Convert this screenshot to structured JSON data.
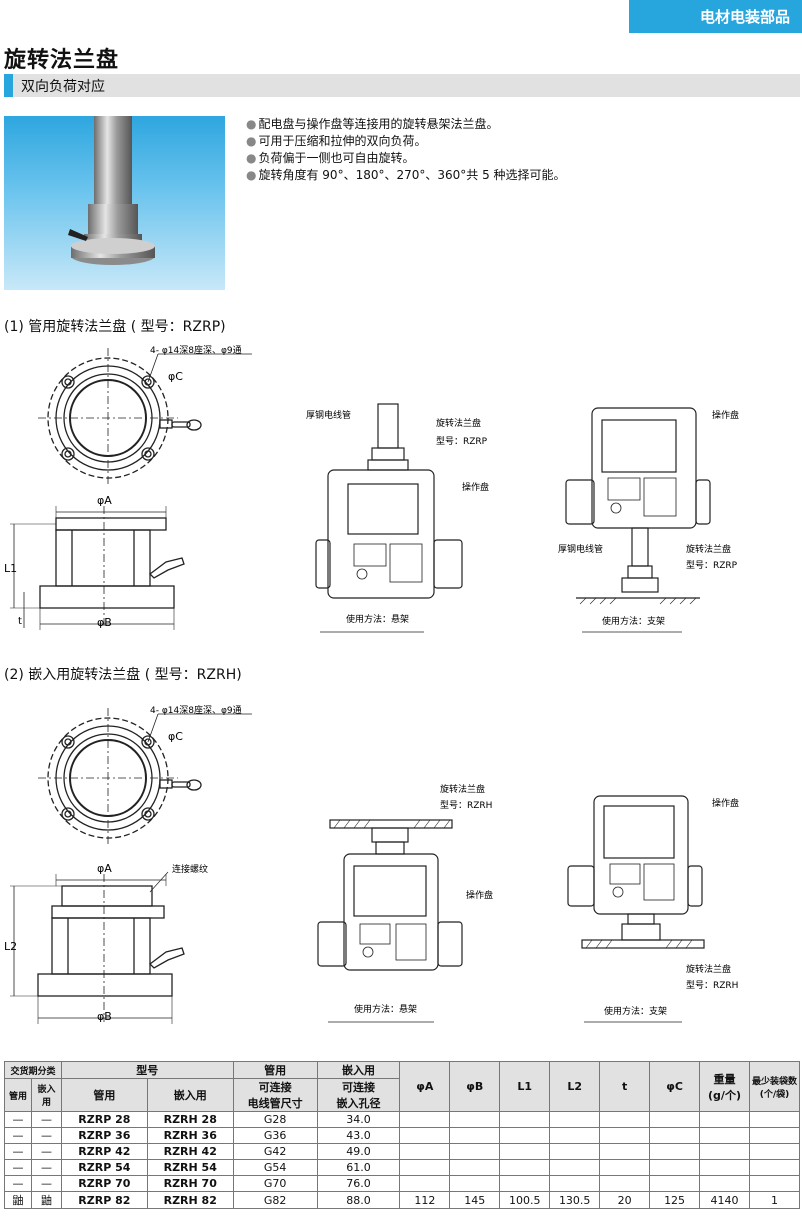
{
  "header": {
    "category": "电材电装部品"
  },
  "title": "旋转法兰盘",
  "subtitle": "双向负荷对应",
  "features": [
    "配电盘与操作盘等连接用的旋转悬架法兰盘。",
    "可用于压缩和拉伸的双向负荷。",
    "负荷偏于一侧也可自由旋转。",
    "旋转角度有 90°、180°、270°、360°共 5 种选择可能。"
  ],
  "section1": {
    "title": "(1) 管用旋转法兰盘 ( 型号：RZRP)",
    "hole_note": "4- φ14深8座深、φ9通",
    "phi_c": "φC",
    "phi_a": "φA",
    "phi_b": "φB",
    "l1": "L1",
    "t": "t",
    "hang": {
      "pipe": "厚钢电线管",
      "flange": "旋转法兰盘",
      "model": "型号：RZRP",
      "panel": "操作盘",
      "caption": "使用方法：悬架"
    },
    "stand": {
      "panel": "操作盘",
      "pipe": "厚钢电线管",
      "flange": "旋转法兰盘",
      "model": "型号：RZRP",
      "caption": "使用方法：支架"
    }
  },
  "section2": {
    "title": "(2) 嵌入用旋转法兰盘 ( 型号：RZRH)",
    "hole_note": "4- φ14深8座深、φ9通",
    "phi_c": "φC",
    "phi_a": "φA",
    "phi_b": "φB",
    "l2": "L2",
    "thread": "连接螺纹",
    "hang": {
      "flange": "旋转法兰盘",
      "model": "型号：RZRH",
      "panel": "操作盘",
      "caption": "使用方法：悬架"
    },
    "stand": {
      "panel": "操作盘",
      "flange": "旋转法兰盘",
      "model": "型号：RZRH",
      "caption": "使用方法：支架"
    }
  },
  "table": {
    "head": {
      "stock": "交货期分类",
      "stock_pipe": "管用",
      "stock_embed": "嵌入用",
      "model": "型号",
      "model_pipe": "管用",
      "model_embed": "嵌入用",
      "pipe": "管用",
      "pipe_sub": "可连接\n电线管尺寸",
      "embed": "嵌入用",
      "embed_sub": "可连接\n嵌入孔径",
      "a": "φA",
      "b": "φB",
      "l1": "L1",
      "l2": "L2",
      "t": "t",
      "c": "φC",
      "weight": "重量\n(g/个)",
      "pack": "最少装袋数\n(个/袋)"
    },
    "rows": [
      {
        "sp": "—",
        "se": "—",
        "mp": "RZRP 28",
        "me": "RZRH 28",
        "pipe": "G28",
        "embed": "34.0",
        "a": "",
        "b": "",
        "l1": "",
        "l2": "",
        "t": "",
        "c": "",
        "w": "",
        "pack": ""
      },
      {
        "sp": "—",
        "se": "—",
        "mp": "RZRP 36",
        "me": "RZRH 36",
        "pipe": "G36",
        "embed": "43.0",
        "a": "",
        "b": "",
        "l1": "",
        "l2": "",
        "t": "",
        "c": "",
        "w": "",
        "pack": ""
      },
      {
        "sp": "—",
        "se": "—",
        "mp": "RZRP 42",
        "me": "RZRH 42",
        "pipe": "G42",
        "embed": "49.0",
        "a": "",
        "b": "",
        "l1": "",
        "l2": "",
        "t": "",
        "c": "",
        "w": "",
        "pack": ""
      },
      {
        "sp": "—",
        "se": "—",
        "mp": "RZRP 54",
        "me": "RZRH 54",
        "pipe": "G54",
        "embed": "61.0",
        "a": "",
        "b": "",
        "l1": "",
        "l2": "",
        "t": "",
        "c": "",
        "w": "",
        "pack": ""
      },
      {
        "sp": "—",
        "se": "—",
        "mp": "RZRP 70",
        "me": "RZRH 70",
        "pipe": "G70",
        "embed": "76.0",
        "a": "",
        "b": "",
        "l1": "",
        "l2": "",
        "t": "",
        "c": "",
        "w": "",
        "pack": ""
      },
      {
        "sp": "鼬",
        "se": "鼬",
        "mp": "RZRP 82",
        "me": "RZRH 82",
        "pipe": "G82",
        "embed": "88.0",
        "a": "112",
        "b": "145",
        "l1": "100.5",
        "l2": "130.5",
        "t": "20",
        "c": "125",
        "w": "4140",
        "pack": "1"
      }
    ]
  }
}
